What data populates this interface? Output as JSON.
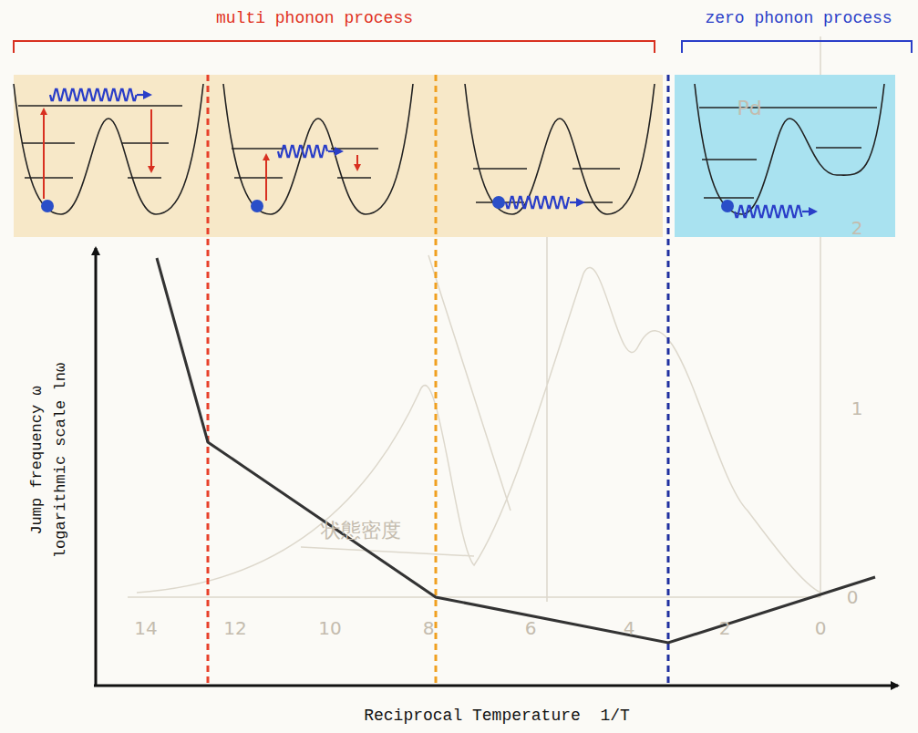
{
  "diagram": {
    "labels": [
      "multi phonon process",
      "zero phonon process",
      "Jump frequency ω",
      "logarithmic scale lnω",
      "Reciprocal Temperature  1/T",
      "Pd",
      "状態密度",
      "14",
      "12",
      "10",
      "8",
      "6",
      "4",
      "2",
      "0",
      "2",
      "1",
      "0"
    ]
  }
}
